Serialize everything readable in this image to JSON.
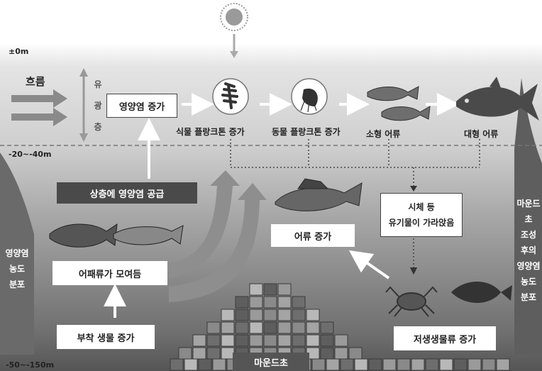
{
  "depths": {
    "surface": "±0m",
    "mid": "-20~-40m",
    "bottom": "-50~-150m"
  },
  "flow_label": "흐름",
  "photic_zone": [
    "유",
    "광",
    "층"
  ],
  "nutrient_increase": "영양염 증가",
  "phytoplankton": "식물 플랑크톤 증가",
  "zooplankton": "동물 플랑크톤 증가",
  "small_fish": "소형 어류",
  "large_fish": "대형 어류",
  "upwelling_supply": "상층에 영양염 공급",
  "carcass_box": {
    "line1": "시체 등",
    "line2": "유기물이 가라앉음"
  },
  "fish_increase": "어류 증가",
  "fish_gather": "어패류가 모여듬",
  "attached_organisms": "부착 생물 증가",
  "benthic_increase": "저생생물류 증가",
  "mound": "마운드초",
  "left_column": [
    "영양염",
    "농도",
    "분포"
  ],
  "right_column": [
    "마운드",
    "초",
    "조성",
    "후의",
    "영양염",
    "농도",
    "분포"
  ],
  "colors": {
    "accent_dark": "#4a4a4a",
    "arrow_white": "#ffffff",
    "upwelling_arrow": "#9a9a9a"
  },
  "icons": [
    "sun-icon",
    "phytoplankton-icon",
    "zooplankton-icon",
    "small-fish-icon",
    "tuna-icon",
    "perch-icon",
    "crab-icon",
    "flounder-icon",
    "reef-blocks"
  ]
}
